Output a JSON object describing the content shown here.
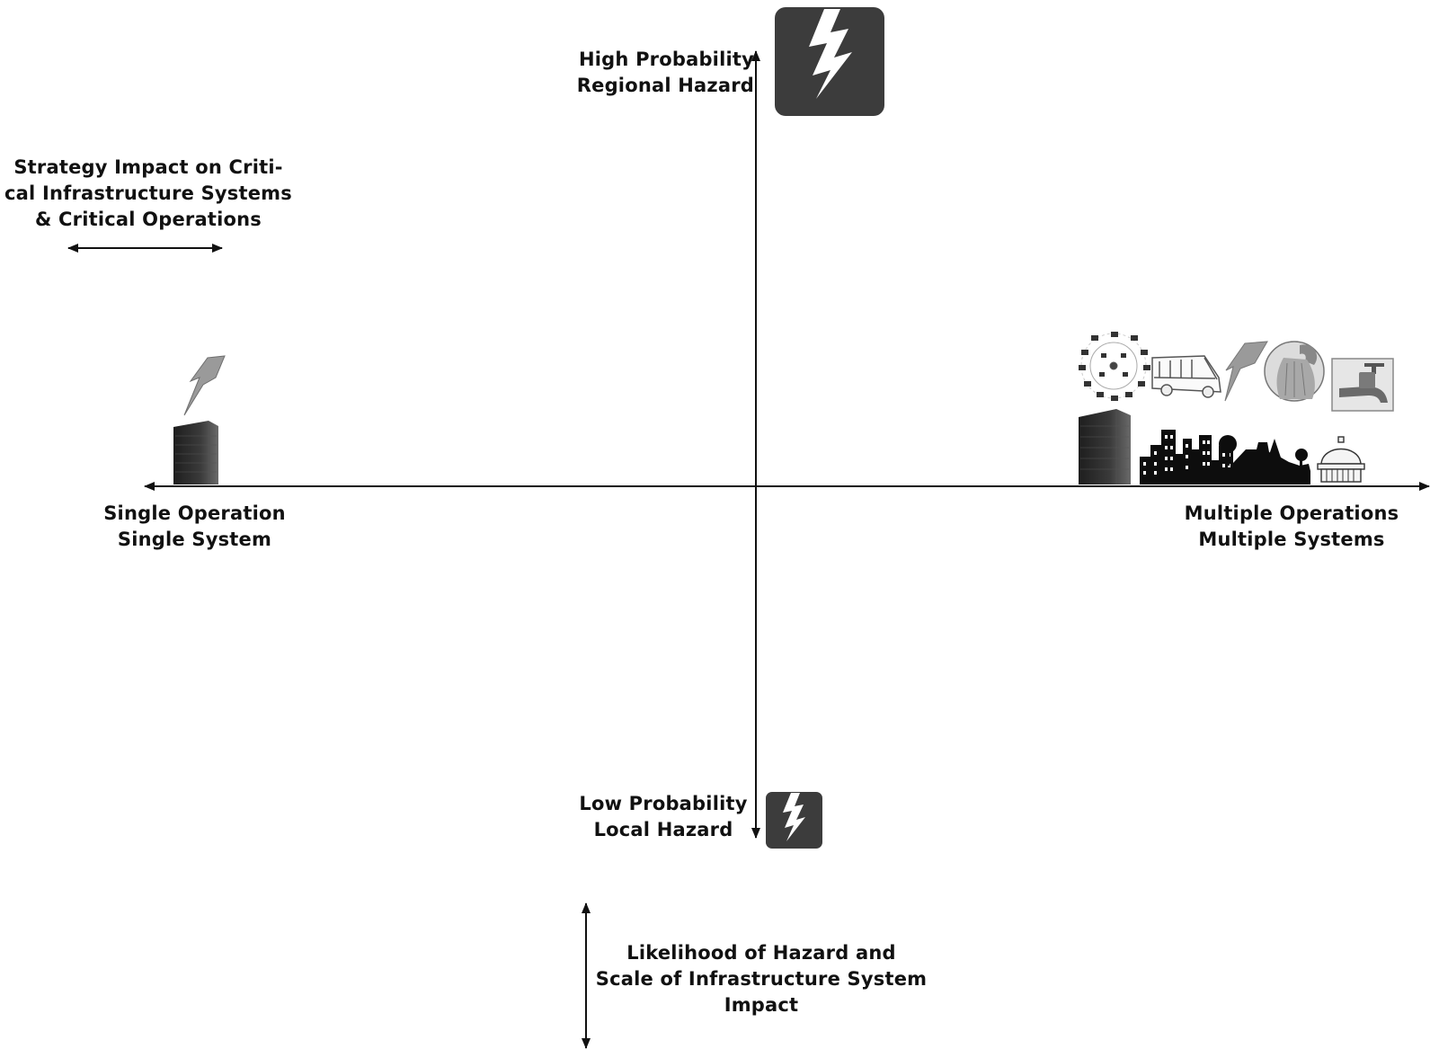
{
  "labels": {
    "high": [
      "High Probability",
      "Regional Hazard"
    ],
    "low": [
      "Low Probability",
      "Local Hazard"
    ],
    "single": [
      "Single Operation",
      "Single System"
    ],
    "multiple": [
      "Multiple Operations",
      "Multiple Systems"
    ],
    "strategy": [
      "Strategy Impact on Criti-",
      "cal Infrastructure Systems",
      "& Critical Operations"
    ],
    "likelihood": [
      "Likelihood of Hazard and",
      "Scale of Infrastructure System",
      "Impact"
    ]
  },
  "icons": {
    "high_hazard": "lightning-bolt-icon",
    "low_hazard": "lightning-bolt-icon",
    "single_bolt": "lightning-bolt-icon",
    "single_building": "office-building-icon",
    "network": "computer-network-icon",
    "bus": "bus-icon",
    "power": "lightning-bolt-icon",
    "wastewater": "wastewater-pipe-icon",
    "faucet": "water-faucet-icon",
    "tower": "office-building-icon",
    "city": "city-skyline-icon",
    "capitol": "capitol-building-icon"
  },
  "colors": {
    "ink": "#111111",
    "hazard_tile": "#3c3c3c",
    "building": "#2d2d2d"
  }
}
